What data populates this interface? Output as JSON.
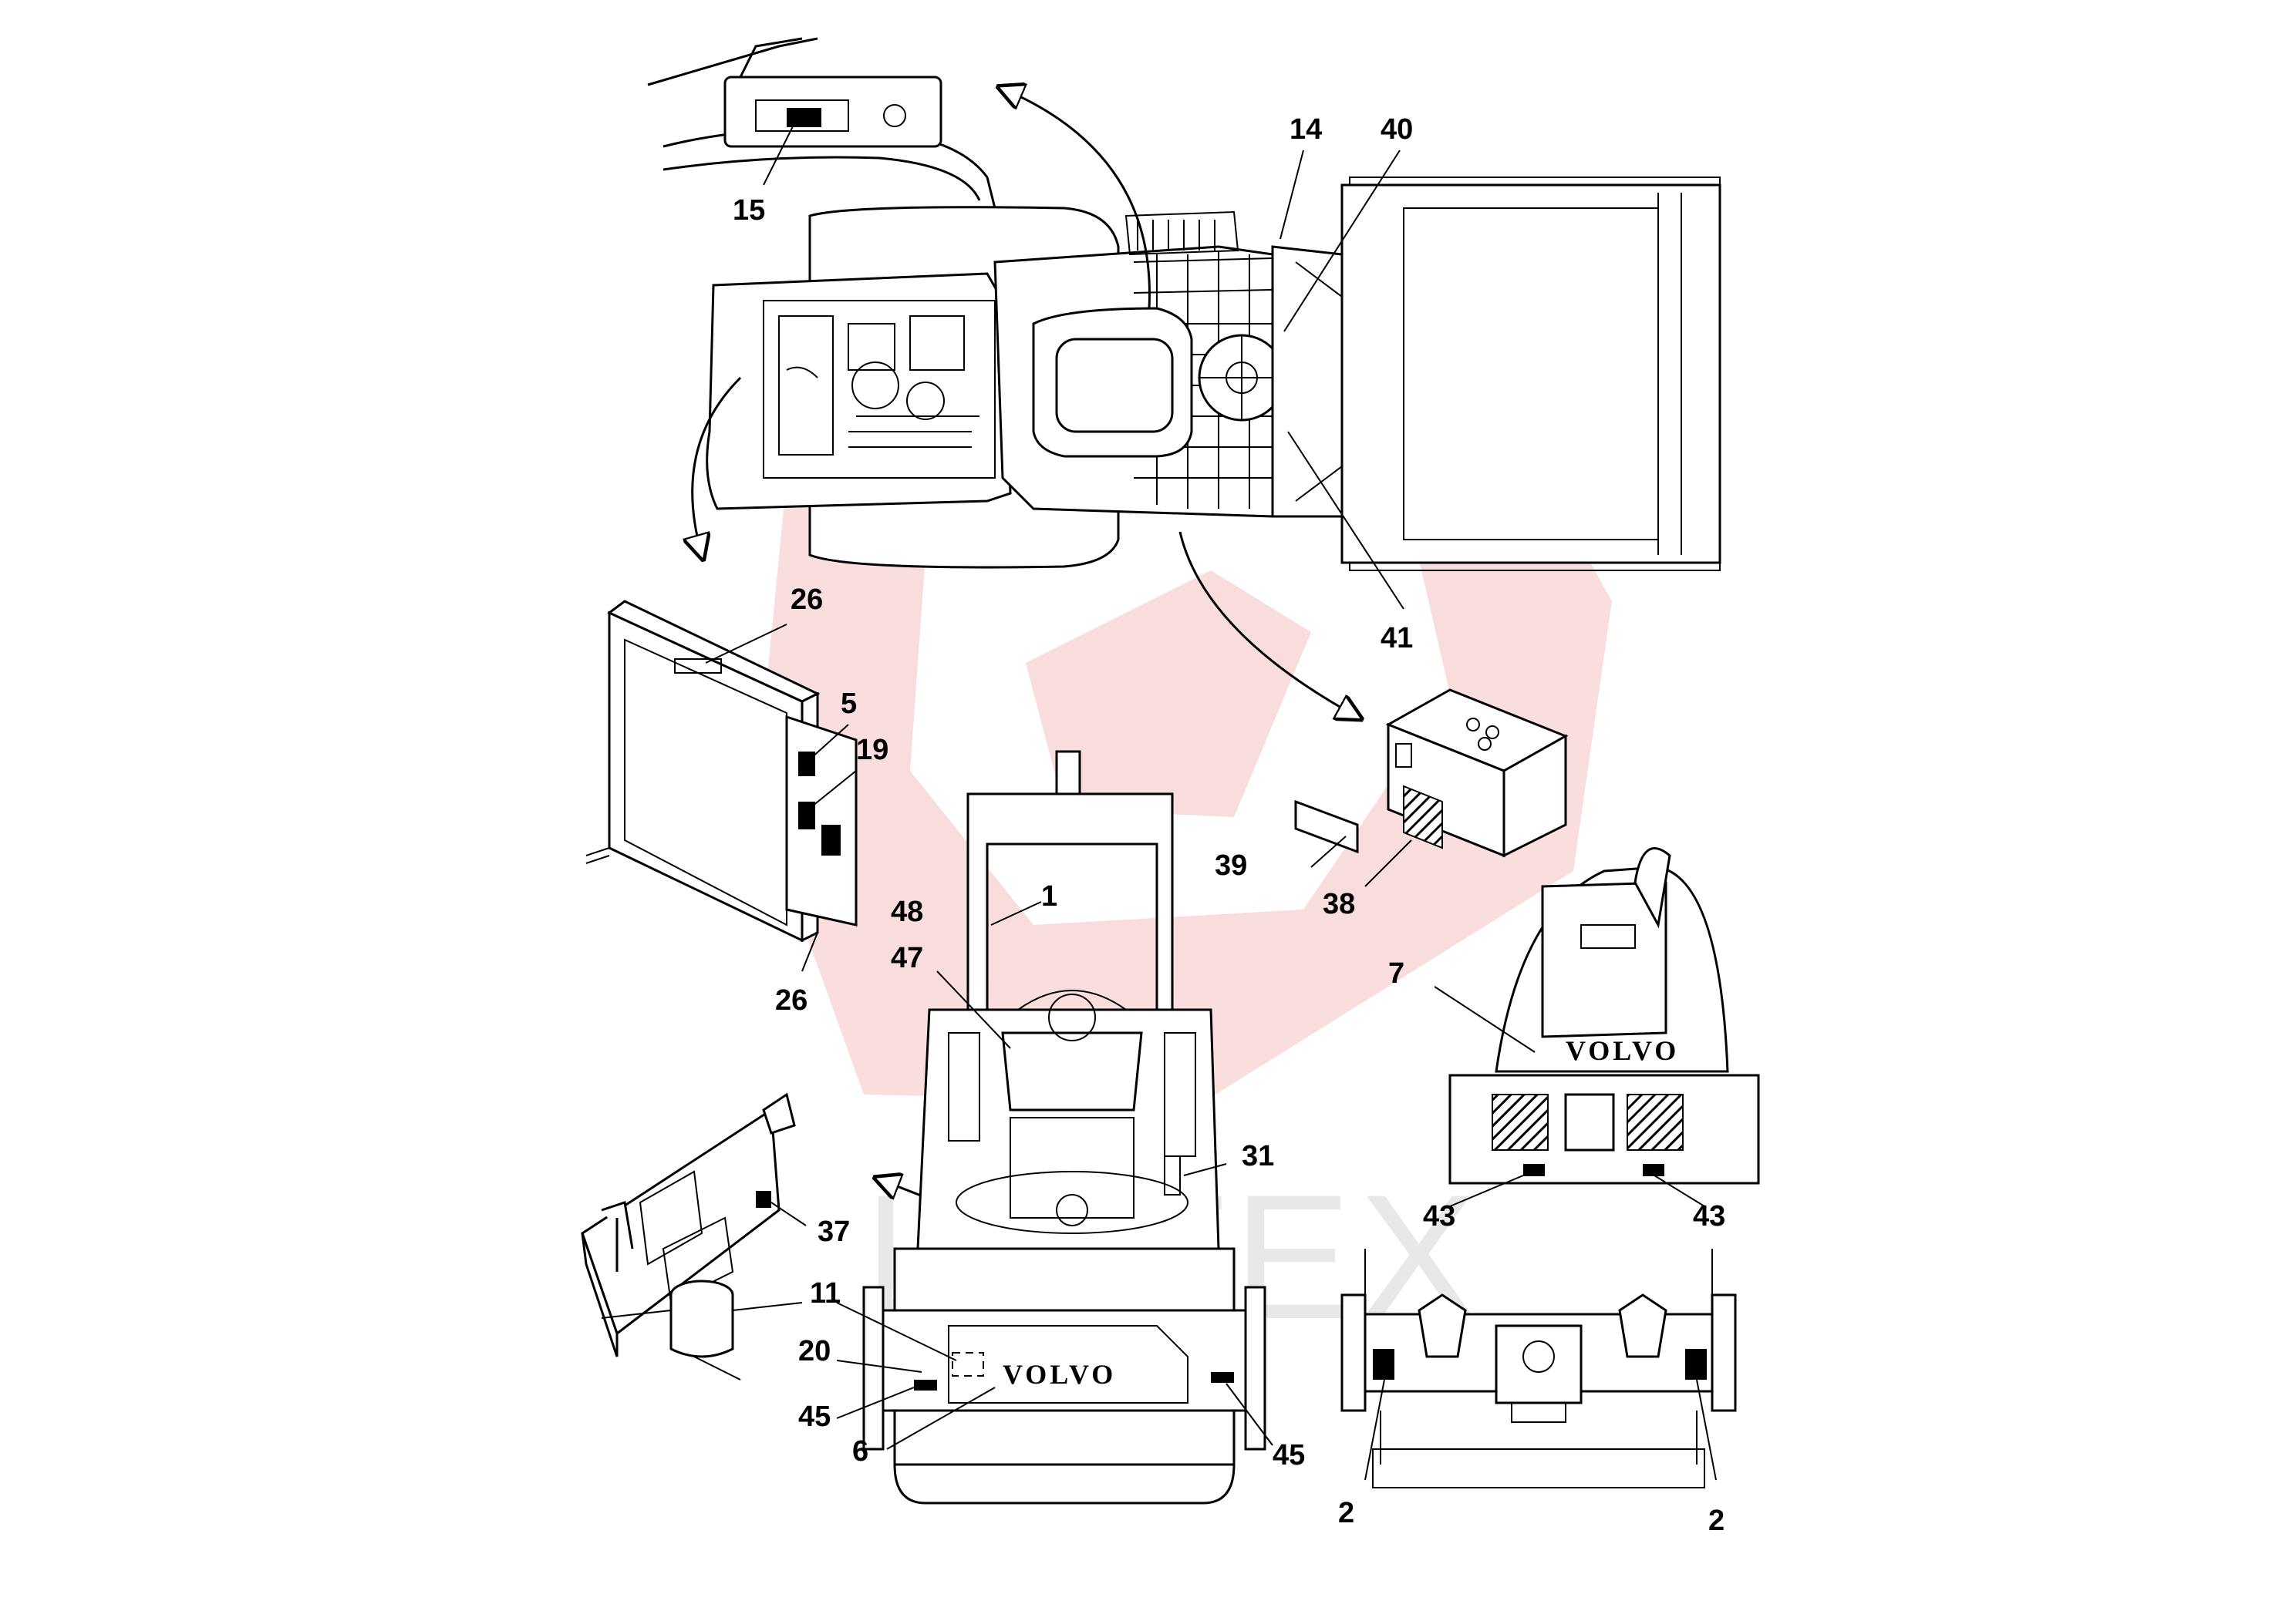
{
  "callouts": [
    {
      "id": "c14",
      "text": "14"
    },
    {
      "id": "c40",
      "text": "40"
    },
    {
      "id": "c15",
      "text": "15"
    },
    {
      "id": "c41",
      "text": "41"
    },
    {
      "id": "c26a",
      "text": "26"
    },
    {
      "id": "c5",
      "text": "5"
    },
    {
      "id": "c19",
      "text": "19"
    },
    {
      "id": "c26b",
      "text": "26"
    },
    {
      "id": "c39",
      "text": "39"
    },
    {
      "id": "c38",
      "text": "38"
    },
    {
      "id": "c1",
      "text": "1"
    },
    {
      "id": "c48",
      "text": "48"
    },
    {
      "id": "c47",
      "text": "47"
    },
    {
      "id": "c7",
      "text": "7"
    },
    {
      "id": "c31",
      "text": "31"
    },
    {
      "id": "c37",
      "text": "37"
    },
    {
      "id": "c43a",
      "text": "43"
    },
    {
      "id": "c43b",
      "text": "43"
    },
    {
      "id": "c11",
      "text": "11"
    },
    {
      "id": "c20",
      "text": "20"
    },
    {
      "id": "c45a",
      "text": "45"
    },
    {
      "id": "c6",
      "text": "6"
    },
    {
      "id": "c45b",
      "text": "45"
    },
    {
      "id": "c2a",
      "text": "2"
    },
    {
      "id": "c2b",
      "text": "2"
    }
  ],
  "brand_text": "VOLVO",
  "watermark_text": "ИРТЕХ",
  "colors": {
    "line": "#000000",
    "watermark_logo": "#f3b3b3",
    "watermark_text": "#bfbfbf",
    "background": "#ffffff"
  }
}
